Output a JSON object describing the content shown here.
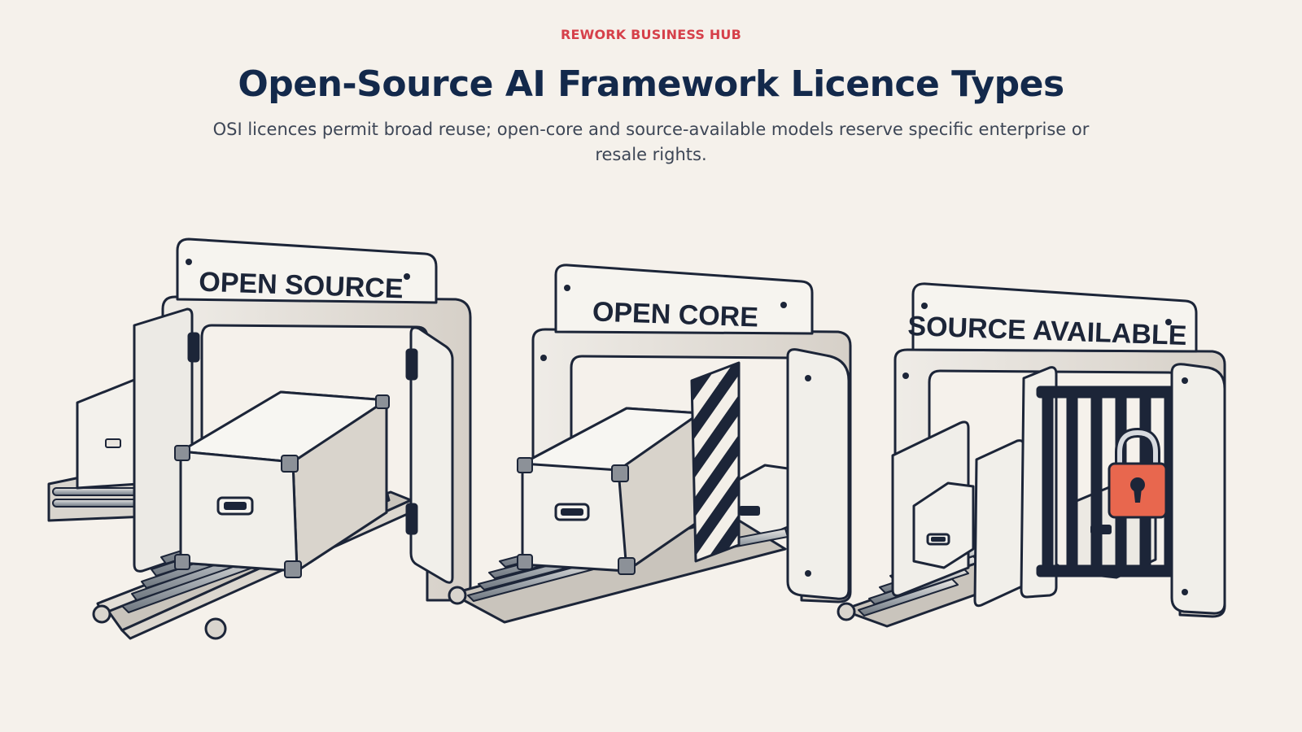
{
  "header": {
    "brand": "REWORK BUSINESS HUB",
    "title": "Open-Source AI Framework Licence Types",
    "subtitle": "OSI licences permit broad reuse; open-core and source-available models reserve specific enterprise or resale rights."
  },
  "gates": [
    {
      "sign": "OPEN SOURCE"
    },
    {
      "sign": "OPEN CORE"
    },
    {
      "sign": "SOURCE AVAILABLE"
    }
  ],
  "colors": {
    "background": "#f5f1eb",
    "brand": "#d6404a",
    "title": "#13294b",
    "outline": "#1c2538",
    "lock": "#e8674e"
  },
  "icons": [
    "conveyor-belt",
    "crate",
    "gate-arch",
    "hazard-barrier",
    "cage-bars",
    "padlock-icon"
  ]
}
